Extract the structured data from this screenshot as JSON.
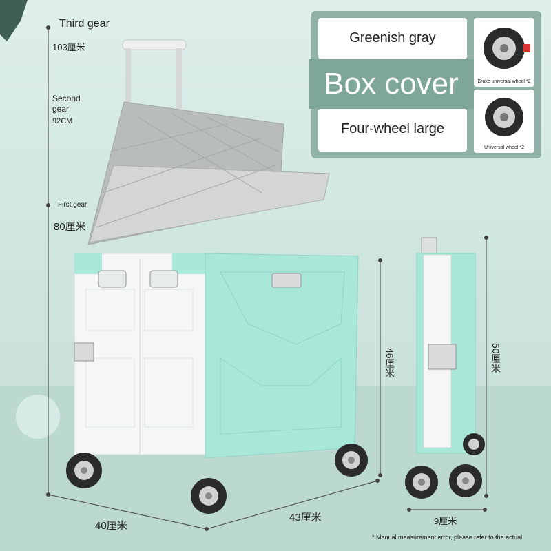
{
  "labels": {
    "third_gear": "Third gear",
    "third_gear_height": "103厘米",
    "second_gear": "Second\ngear",
    "second_gear_height": "92CM",
    "first_gear": "First gear",
    "first_gear_height": "80厘米",
    "width_40": "40厘米",
    "length_43": "43厘米",
    "height_46": "46厘米",
    "height_50": "50厘米",
    "folded_9": "9厘米",
    "disclaimer": "* Manual measurement error, please refer to the actual"
  },
  "panel": {
    "color_label": "Greenish gray",
    "banner": "Box cover",
    "wheel_label": "Four-wheel large",
    "brake_wheel_caption": "Brake universal wheel *2",
    "universal_wheel_caption": "Universal wheel *2"
  },
  "colors": {
    "background": "#cfe6df",
    "box_mint": "#a9e8d8",
    "box_white": "#f4f7f5",
    "lid_gray": "#b9bcbc",
    "panel_green": "#8fb1a7",
    "banner_green": "#7ea69a",
    "wheel_dark": "#2b2b2b"
  }
}
